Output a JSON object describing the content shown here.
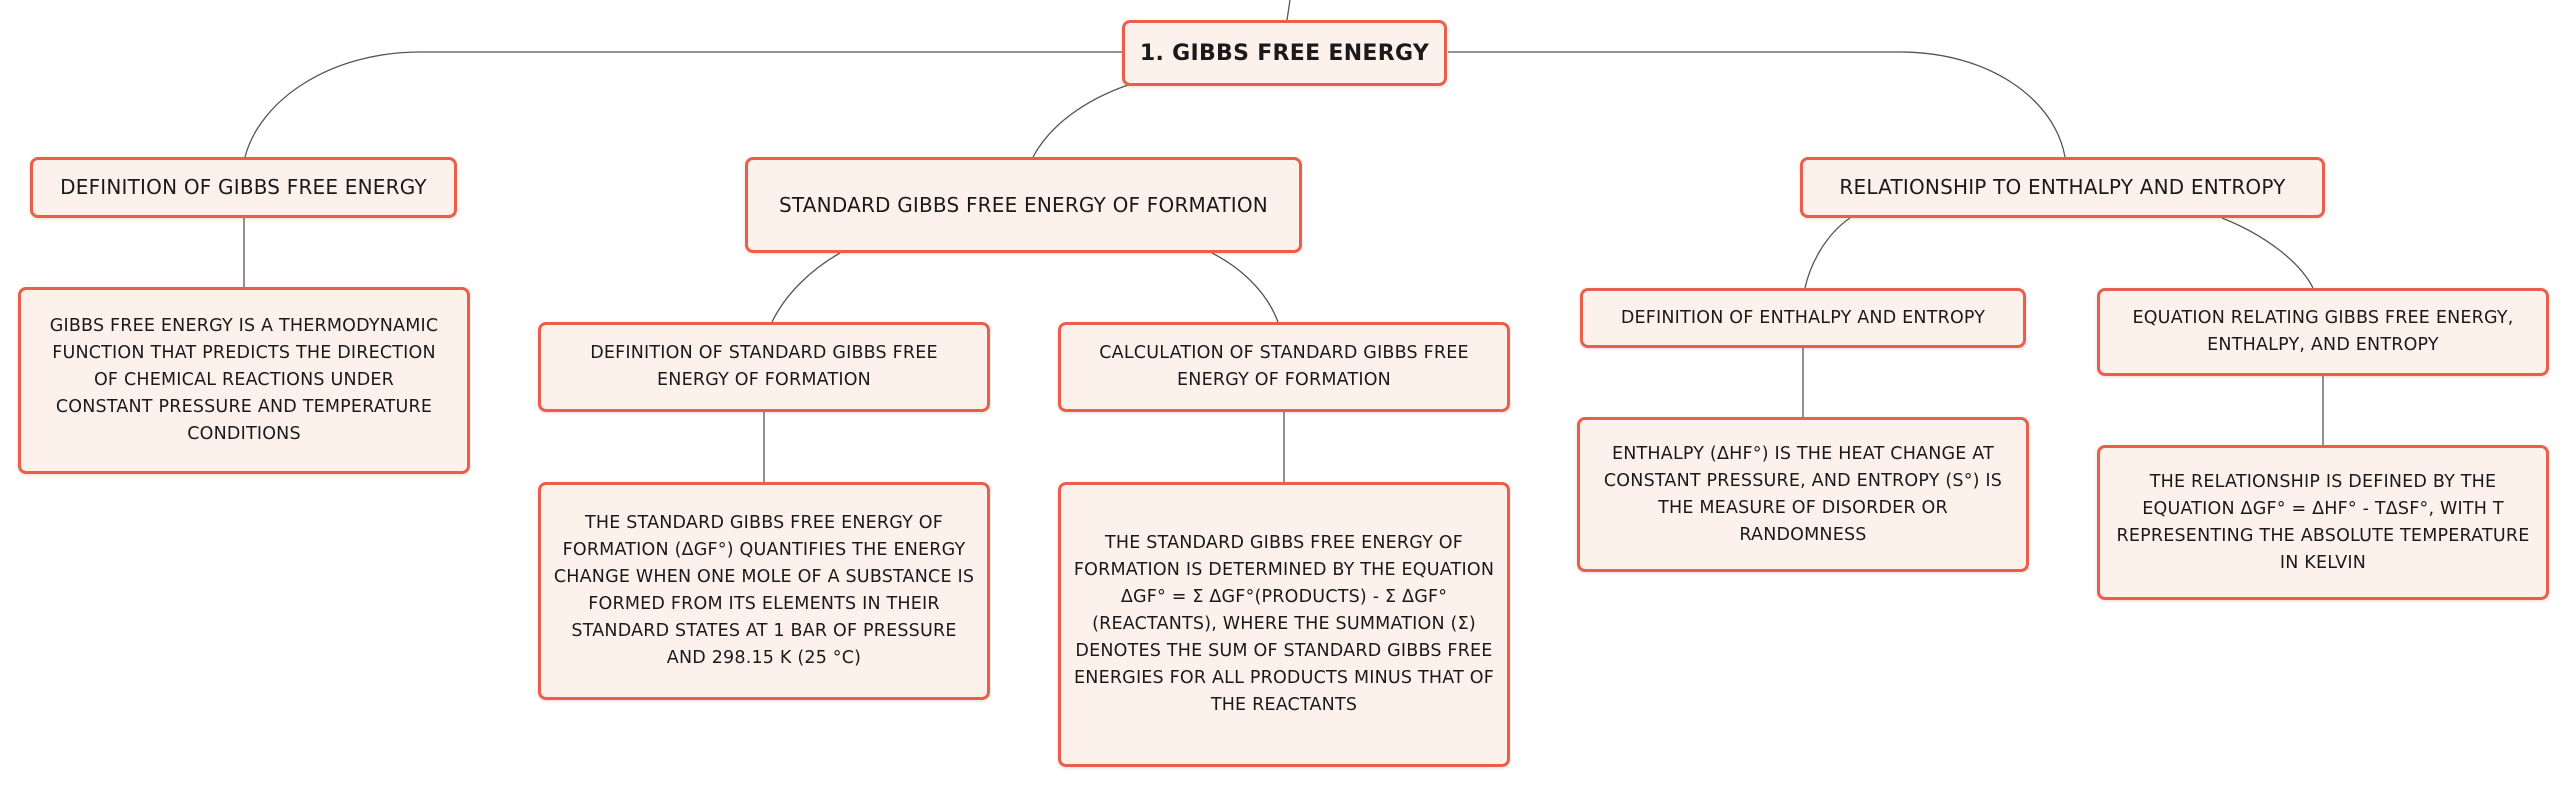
{
  "root": {
    "label": "1. GIBBS FREE ENERGY"
  },
  "branches": {
    "definition": {
      "label": "DEFINITION OF GIBBS FREE ENERGY",
      "detail": "GIBBS FREE ENERGY IS A THERMODYNAMIC FUNCTION THAT PREDICTS THE DIRECTION OF CHEMICAL REACTIONS UNDER CONSTANT PRESSURE AND TEMPERATURE CONDITIONS"
    },
    "standard_formation": {
      "label": "STANDARD GIBBS FREE ENERGY OF FORMATION",
      "children": [
        {
          "label": "DEFINITION OF STANDARD GIBBS FREE ENERGY OF FORMATION",
          "detail": "THE STANDARD GIBBS FREE ENERGY OF FORMATION (ΔGF°) QUANTIFIES THE ENERGY CHANGE WHEN ONE MOLE OF A SUBSTANCE IS FORMED FROM ITS ELEMENTS IN THEIR STANDARD STATES AT 1 BAR OF PRESSURE AND 298.15 K (25 °C)"
        },
        {
          "label": "CALCULATION OF STANDARD GIBBS FREE ENERGY OF FORMATION",
          "detail": "THE STANDARD GIBBS FREE ENERGY OF FORMATION IS DETERMINED BY THE EQUATION ΔGF° = Σ ΔGF°(PRODUCTS) - Σ ΔGF°(REACTANTS), WHERE THE SUMMATION (Σ) DENOTES THE SUM OF STANDARD GIBBS FREE ENERGIES FOR ALL PRODUCTS MINUS THAT OF THE REACTANTS"
        }
      ]
    },
    "relationship": {
      "label": "RELATIONSHIP TO ENTHALPY AND ENTROPY",
      "children": [
        {
          "label": "DEFINITION OF ENTHALPY AND ENTROPY",
          "detail": "ENTHALPY (ΔHF°) IS THE HEAT CHANGE AT CONSTANT PRESSURE, AND ENTROPY (S°) IS THE MEASURE OF DISORDER OR RANDOMNESS"
        },
        {
          "label": "EQUATION RELATING GIBBS FREE ENERGY, ENTHALPY, AND ENTROPY",
          "detail": "THE RELATIONSHIP IS DEFINED BY THE EQUATION ΔGF° = ΔHF° - TΔSF°, WITH T REPRESENTING THE ABSOLUTE TEMPERATURE IN KELVIN"
        }
      ]
    }
  },
  "colors": {
    "node_border": "#e8604b",
    "node_fill": "#fdf1ec",
    "link": "#555555"
  }
}
